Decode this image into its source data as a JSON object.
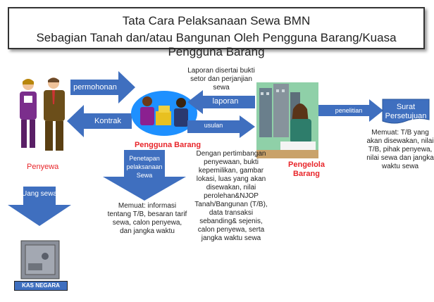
{
  "title": {
    "line1": "Tata Cara Pelaksanaan Sewa BMN",
    "line2": "Sebagian Tanah dan/atau Bangunan Oleh Pengguna Barang/Kuasa Pengguna Barang"
  },
  "actors": {
    "penyewa": "Penyewa",
    "pengguna_barang": "Pengguna Barang",
    "pengelola_barang": "Pengelola Barang"
  },
  "arrows": {
    "permohonan": "permohonan",
    "kontrak": "Kontrak",
    "laporan": "laporan",
    "usulan": "usulan",
    "penelitian": "penelitian",
    "penetapan": "Penetapan pelaksanaan Sewa",
    "uang_sewa": "Uang sewa"
  },
  "boxes": {
    "surat_persetujuan": "Surat Persetujuan",
    "kas_negara": "KAS NEGARA"
  },
  "notes": {
    "laporan_note": "Laporan disertai bukti setor dan perjanjian sewa",
    "persetujuan_note": "Memuat: T/B yang akan disewakan, nilai T/B, pihak penyewa, nilai sewa dan jangka waktu sewa",
    "usulan_note": "Dengan pertimbangan penyewaan, bukti kepemilikan, gambar lokasi, luas yang akan disewakan, nilai perolehan&NJOP Tanah/Bangunan (T/B), data transaksi sebanding& sejenis, calon penyewa, serta jangka waktu sewa",
    "penetapan_note": "Memuat: informasi tentang T/B, besaran tarif sewa, calon penyewa, dan jangka waktu"
  },
  "colors": {
    "arrow": "#3f6fbf",
    "arrow_dark": "#2a5599",
    "red": "#e8252a",
    "ellipse": "#1e90ff"
  }
}
